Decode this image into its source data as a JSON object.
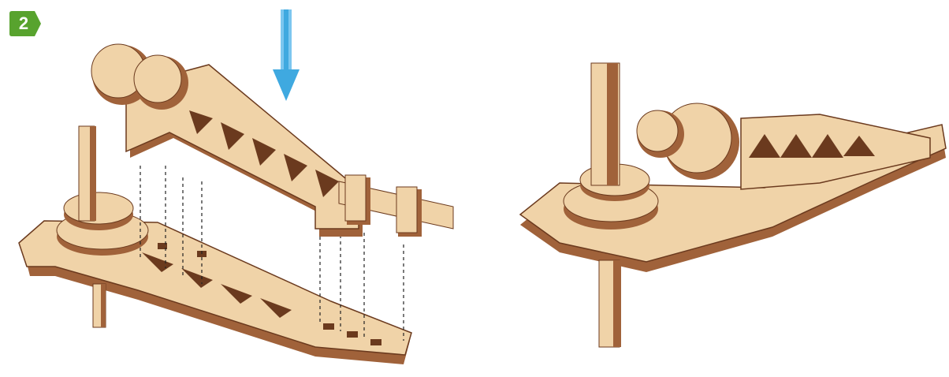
{
  "step": {
    "number": "2"
  },
  "colors": {
    "badge": "#58a32e",
    "arrow": "#3fa9e0",
    "wood_face": "#f0d3a8",
    "wood_side": "#a0623a",
    "wood_edge": "#6b3a1e",
    "guide_line": "#222222"
  },
  "illustrations": [
    {
      "view": "exploded",
      "arrow_icon": "arrow-down-icon"
    },
    {
      "view": "assembled"
    }
  ]
}
